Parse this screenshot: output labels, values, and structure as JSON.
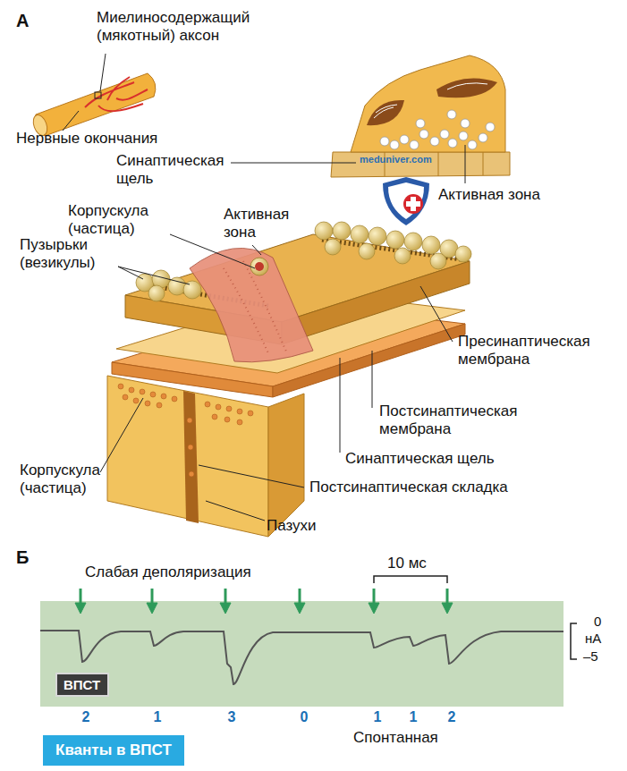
{
  "diagram": {
    "nodes": [
      {
        "text": [
          "ВПСТ"
        ]
      },
      {
        "text": [
          "Кванты в ВПСТ"
        ]
      }
    ],
    "labels": [
      "А",
      "Миелиносодержащий (мякотный) аксон",
      "Нервные окончания",
      "Синаптическая щель",
      "meduniver.com",
      "Активная зона",
      "Корпускула (частица)",
      "Активная зона",
      "Пузырьки (везикулы)",
      "Пресинаптическая мембрана",
      "Постсинаптическая мембрана",
      "Синаптическая щель",
      "Корпускула (частица)",
      "Постсинаптическая складка",
      "Пазухи",
      "Б",
      "Слабая деполяризация",
      "10 мс",
      "0",
      "нА",
      "–5",
      "2",
      "1",
      "3",
      "0",
      "1",
      "1",
      "2",
      "Спонтанная"
    ]
  }
}
